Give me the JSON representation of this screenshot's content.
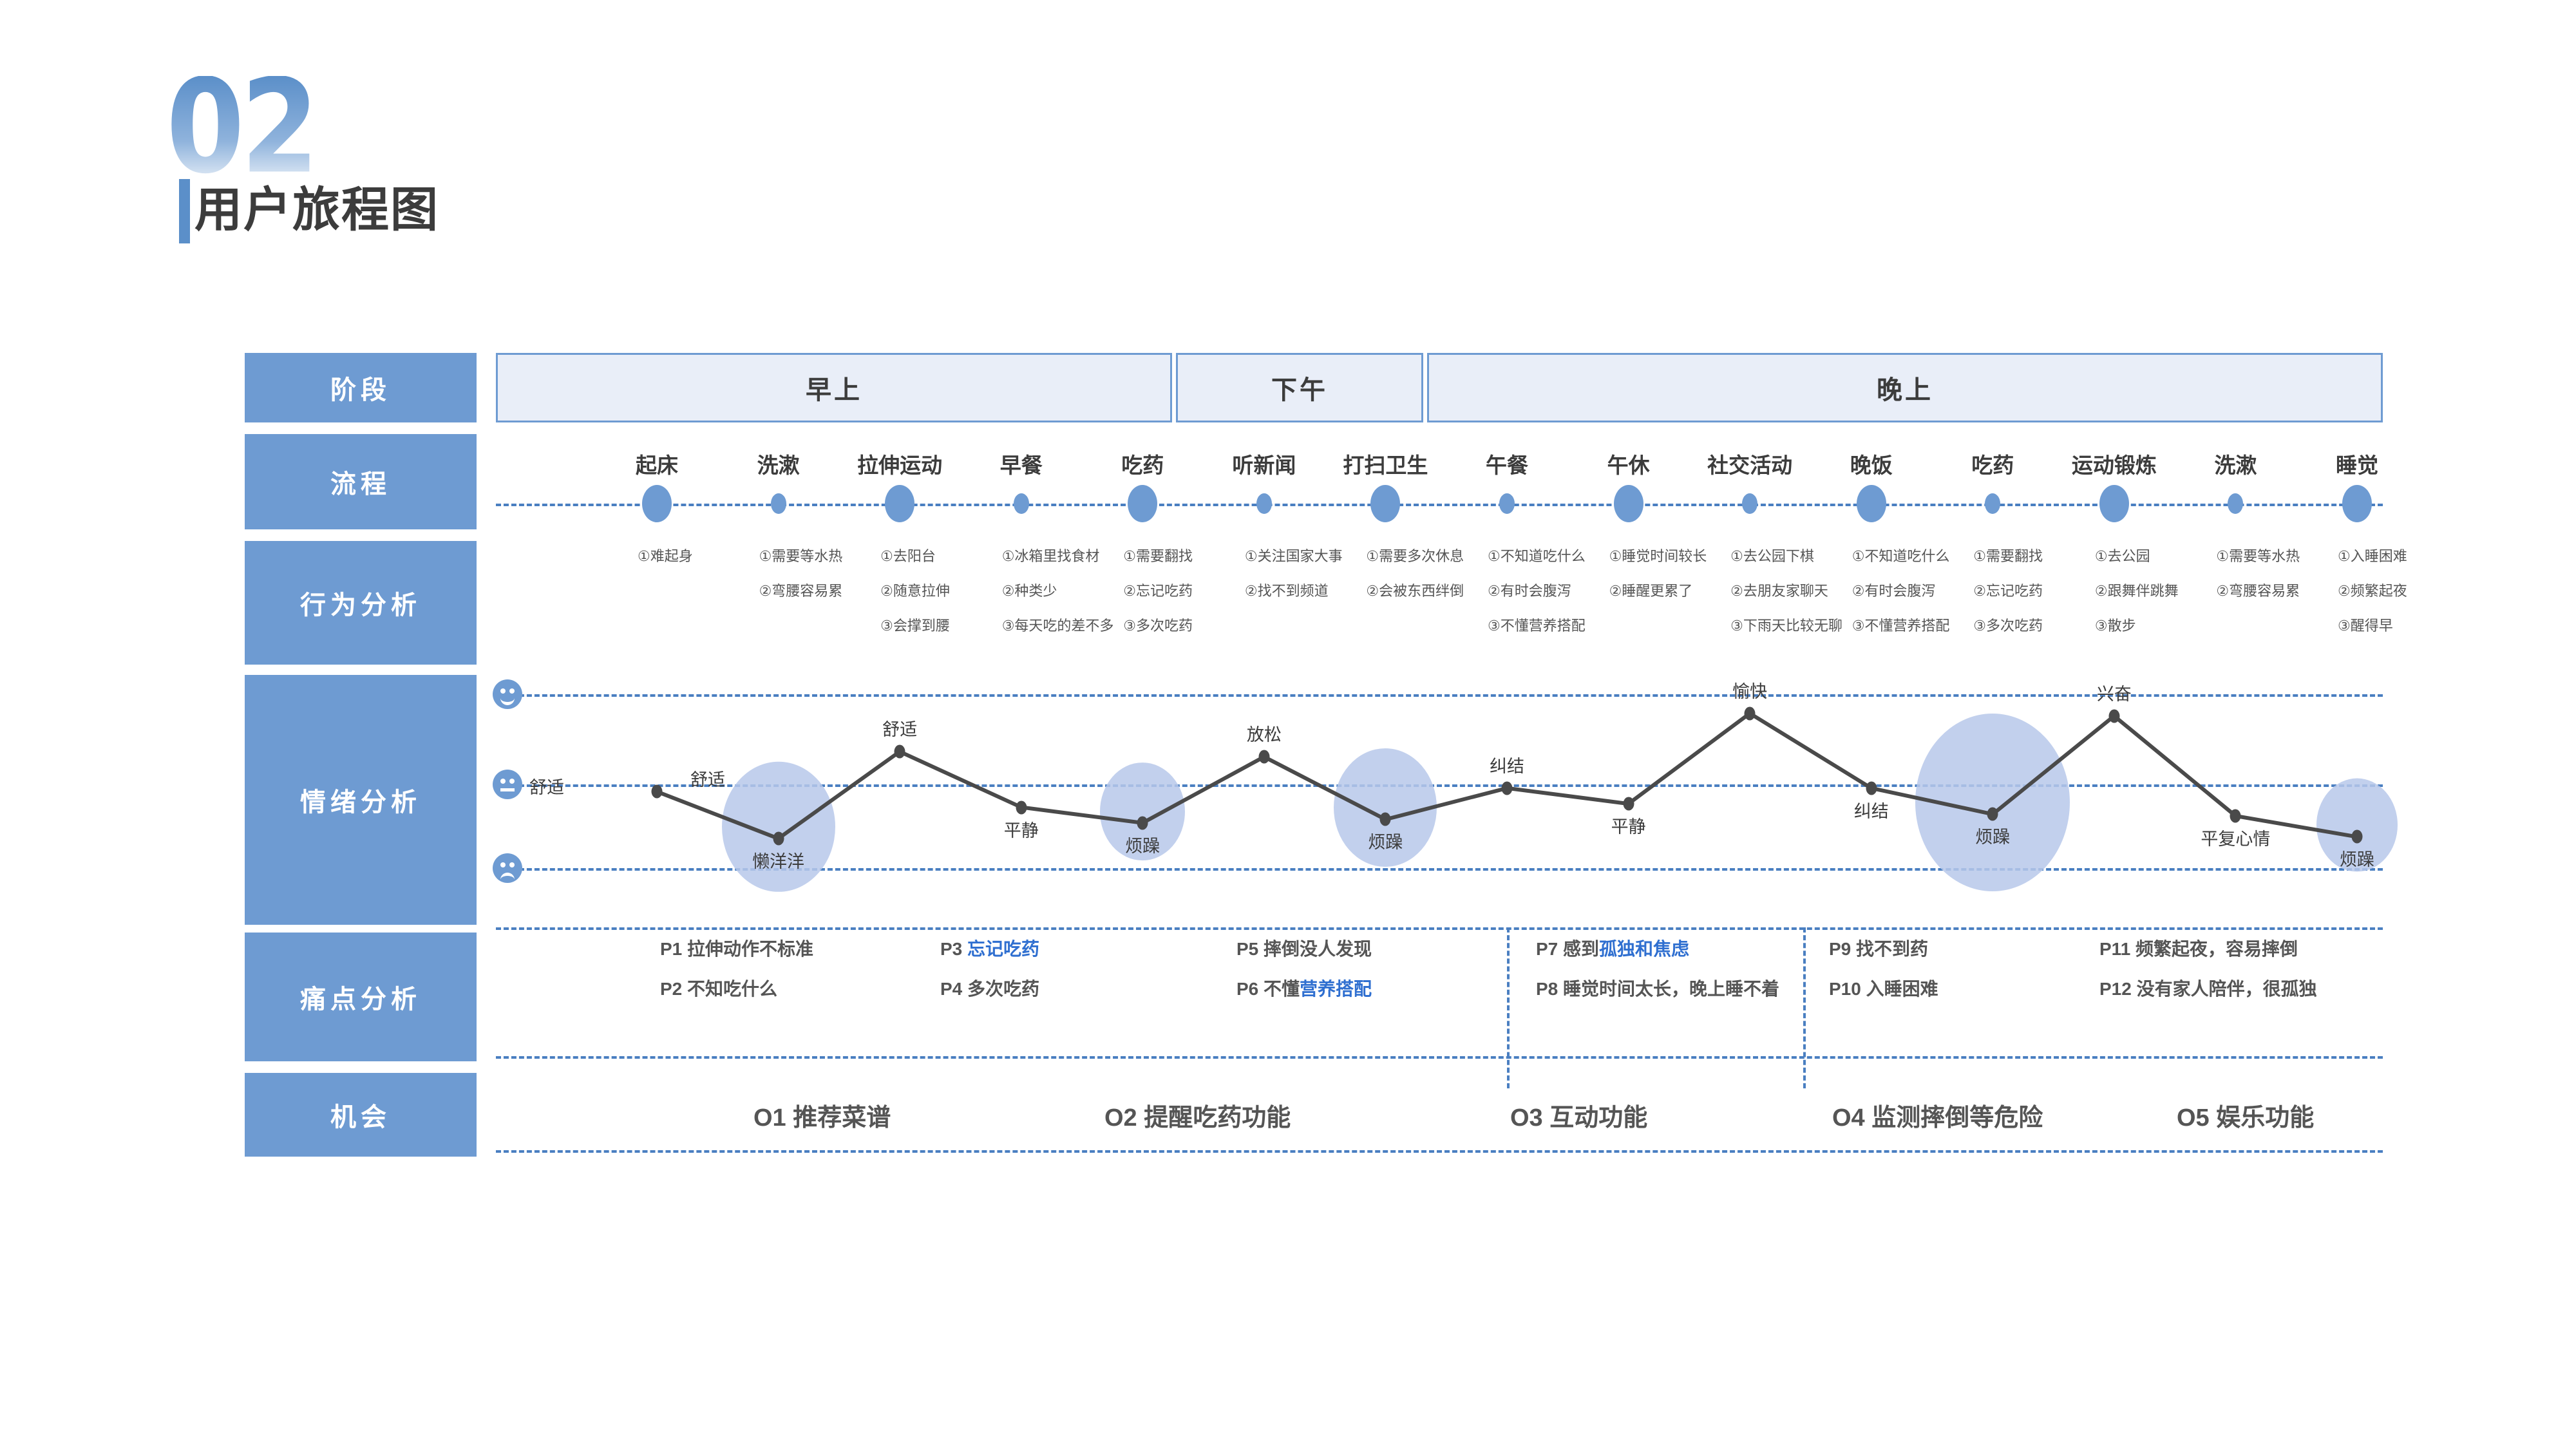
{
  "header": {
    "watermark": "02",
    "title": "用户旅程图"
  },
  "row_labels": {
    "stage": "阶段",
    "flow": "流程",
    "behavior": "行为分析",
    "emotion": "情绪分析",
    "pain": "痛点分析",
    "opportunity": "机会"
  },
  "stages": [
    {
      "label": "早上"
    },
    {
      "label": "下午"
    },
    {
      "label": "晚上"
    }
  ],
  "flow_steps": [
    {
      "label": "起床",
      "size": "big"
    },
    {
      "label": "洗漱",
      "size": "small"
    },
    {
      "label": "拉伸运动",
      "size": "big"
    },
    {
      "label": "早餐",
      "size": "small"
    },
    {
      "label": "吃药",
      "size": "big"
    },
    {
      "label": "听新闻",
      "size": "small"
    },
    {
      "label": "打扫卫生",
      "size": "big"
    },
    {
      "label": "午餐",
      "size": "small"
    },
    {
      "label": "午休",
      "size": "big"
    },
    {
      "label": "社交活动",
      "size": "small"
    },
    {
      "label": "晚饭",
      "size": "big"
    },
    {
      "label": "吃药",
      "size": "small"
    },
    {
      "label": "运动锻炼",
      "size": "big"
    },
    {
      "label": "洗漱",
      "size": "small"
    },
    {
      "label": "睡觉",
      "size": "big"
    }
  ],
  "behavior": [
    [
      "①难起身"
    ],
    [
      "①需要等水热",
      "②弯腰容易累"
    ],
    [
      "①去阳台",
      "②随意拉伸",
      "③会撑到腰"
    ],
    [
      "①冰箱里找食材",
      "②种类少",
      "③每天吃的差不多"
    ],
    [
      "①需要翻找",
      "②忘记吃药",
      "③多次吃药"
    ],
    [
      "①关注国家大事",
      "②找不到频道"
    ],
    [
      "①需要多次休息",
      "②会被东西绊倒"
    ],
    [
      "①不知道吃什么",
      "②有时会腹泻",
      "③不懂营养搭配"
    ],
    [
      "①睡觉时间较长",
      "②睡醒更累了"
    ],
    [
      "①去公园下棋",
      "②去朋友家聊天",
      "③下雨天比较无聊"
    ],
    [
      "①不知道吃什么",
      "②有时会腹泻",
      "③不懂营养搭配"
    ],
    [
      "①需要翻找",
      "②忘记吃药",
      "③多次吃药"
    ],
    [
      "①去公园",
      "②跟舞伴跳舞",
      "③散步"
    ],
    [
      "①需要等水热",
      "②弯腰容易累"
    ],
    [
      "①入睡困难",
      "②频繁起夜",
      "③醒得早"
    ]
  ],
  "chart_data": {
    "type": "line",
    "title": "情绪分析",
    "xlabel": "",
    "ylabel": "",
    "ylim": [
      0,
      2
    ],
    "grid": true,
    "axis_levels": [
      {
        "icon": "happy-face-icon",
        "value": 2,
        "label": ""
      },
      {
        "icon": "neutral-face-icon",
        "value": 1,
        "label": "舒适"
      },
      {
        "icon": "sad-face-icon",
        "value": 0,
        "label": ""
      }
    ],
    "categories": [
      "起床",
      "洗漱",
      "拉伸运动",
      "早餐",
      "吃药",
      "听新闻",
      "打扫卫生",
      "午餐",
      "午休",
      "社交活动",
      "晚饭",
      "吃药",
      "运动锻炼",
      "洗漱",
      "睡觉"
    ],
    "values": [
      0.88,
      0.34,
      1.34,
      0.7,
      0.52,
      1.28,
      0.56,
      0.92,
      0.74,
      1.78,
      0.92,
      0.62,
      1.75,
      0.6,
      0.36
    ],
    "point_labels": [
      "舒适",
      "懒洋洋",
      "舒适",
      "平静",
      "烦躁",
      "放松",
      "烦躁",
      "纠结",
      "平静",
      "愉快",
      "纠结",
      "烦躁",
      "兴奋",
      "平复心情",
      "烦躁"
    ],
    "label_positions": [
      "left",
      "below",
      "above",
      "below",
      "below",
      "above",
      "below",
      "above",
      "below",
      "above",
      "below",
      "below",
      "above",
      "below",
      "below"
    ],
    "highlights": [
      {
        "index": 1,
        "radius": 88,
        "emotion": "懒洋洋"
      },
      {
        "index": 4,
        "radius": 66,
        "emotion": "烦躁"
      },
      {
        "index": 6,
        "radius": 80,
        "emotion": "烦躁"
      },
      {
        "index": 11,
        "radius": 120,
        "emotion": "烦躁"
      },
      {
        "index": 14,
        "radius": 63,
        "emotion": "烦躁"
      }
    ]
  },
  "pain_points": [
    {
      "items": [
        {
          "prefix": "P1 拉伸动作不标准",
          "highlight": ""
        },
        {
          "prefix": "P2 不知吃什么",
          "highlight": ""
        }
      ]
    },
    {
      "items": [
        {
          "prefix": "P3 ",
          "highlight": "忘记吃药",
          "suffix": ""
        },
        {
          "prefix": "P4 多次吃药",
          "highlight": ""
        }
      ]
    },
    {
      "items": [
        {
          "prefix": "P5 摔倒没人发现",
          "highlight": ""
        },
        {
          "prefix": "P6 不懂",
          "highlight": "营养搭配",
          "suffix": ""
        }
      ]
    },
    {
      "items": [
        {
          "prefix": "P7 感到",
          "highlight": "孤独和焦虑",
          "suffix": ""
        },
        {
          "prefix": "P8 睡觉时间太长，晚上睡不着",
          "highlight": ""
        }
      ]
    },
    {
      "items": [
        {
          "prefix": "P9  找不到药",
          "highlight": ""
        },
        {
          "prefix": "P10 入睡困难",
          "highlight": ""
        }
      ]
    },
    {
      "items": [
        {
          "prefix": "P11 频繁起夜，容易摔倒",
          "highlight": ""
        },
        {
          "prefix": "P12 没有家人陪伴，很孤独",
          "highlight": ""
        }
      ]
    }
  ],
  "opportunities": [
    {
      "label": "O1 推荐菜谱"
    },
    {
      "label": "O2 提醒吃药功能"
    },
    {
      "label": "O3 互动功能"
    },
    {
      "label": "O4 监测摔倒等危险"
    },
    {
      "label": "O5 娱乐功能"
    }
  ],
  "colors": {
    "brand": "#6e9bd2",
    "stage_fill": "#e9eef8",
    "dash": "#4a7fc1",
    "halo": "#b7c8ea",
    "line": "#4a4a4a",
    "highlight_text": "#2f6fd0"
  }
}
